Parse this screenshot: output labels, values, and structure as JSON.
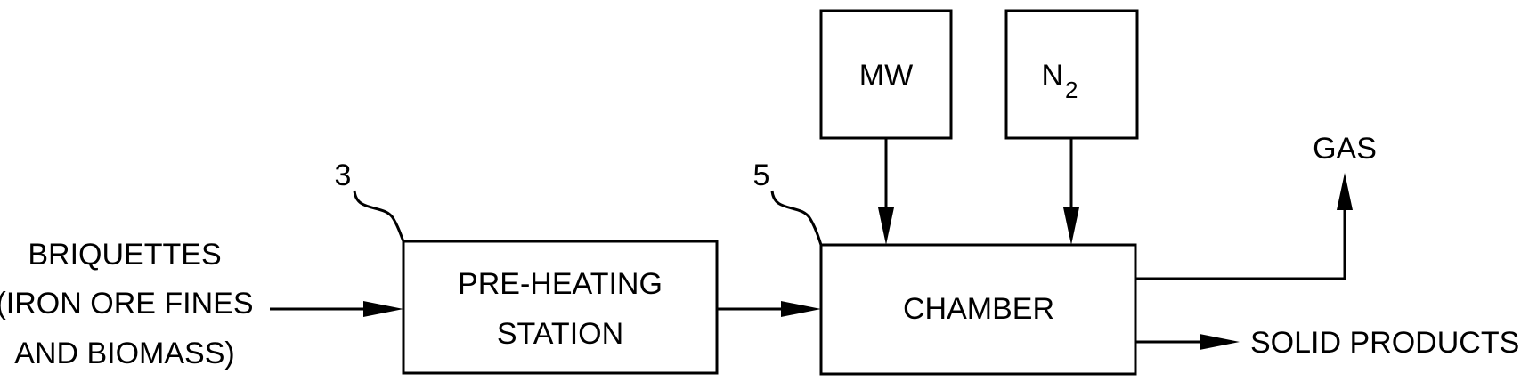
{
  "input": {
    "line1": "BRIQUETTES",
    "line2": "(IRON ORE FINES",
    "line3": "AND BIOMASS)"
  },
  "preheating": {
    "ref": "3",
    "line1": "PRE-HEATING",
    "line2": "STATION"
  },
  "chamber": {
    "ref": "5",
    "label": "CHAMBER"
  },
  "mw": {
    "label": "MW"
  },
  "n2": {
    "label": "N",
    "subscript": "2"
  },
  "outputs": {
    "gas": "GAS",
    "solid": "SOLID PRODUCTS"
  }
}
